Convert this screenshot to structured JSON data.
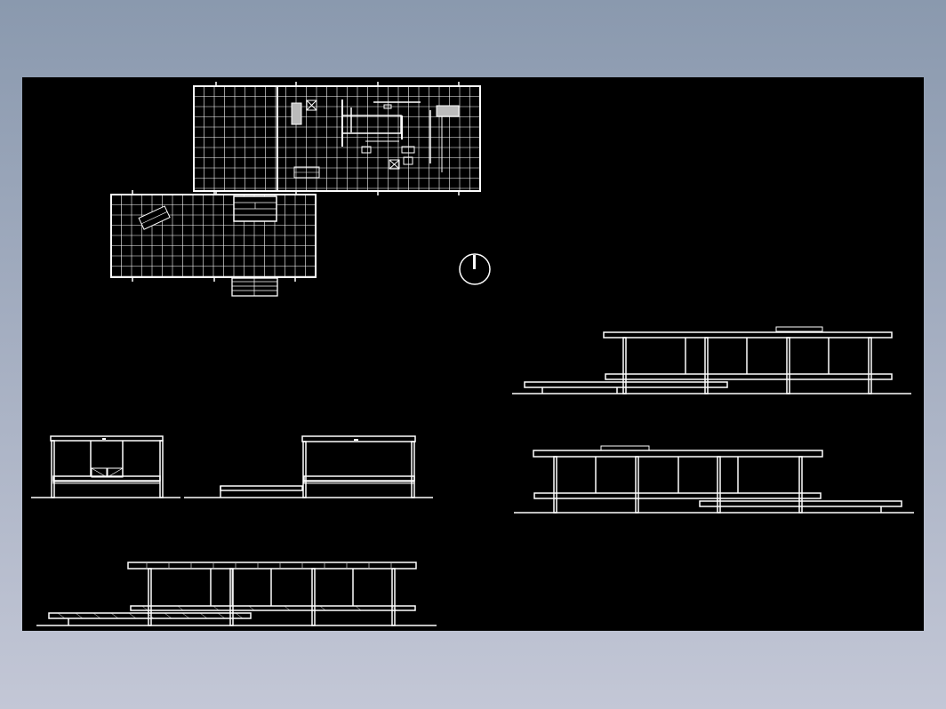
{
  "viewport": {
    "background_gradient": [
      "#8a99ae",
      "#c3c7d6"
    ],
    "canvas_color": "#000000",
    "line_color": "#ffffff"
  },
  "drawing": {
    "description_free": true,
    "views": [
      {
        "id": "upper-floor-plan",
        "kind": "plan"
      },
      {
        "id": "terrace-plan",
        "kind": "plan"
      },
      {
        "id": "north-arrow",
        "kind": "symbol"
      },
      {
        "id": "elevation-east-upper-right",
        "kind": "elevation"
      },
      {
        "id": "elevation-east-lower-right",
        "kind": "elevation"
      },
      {
        "id": "section-left",
        "kind": "section"
      },
      {
        "id": "section-right",
        "kind": "section"
      },
      {
        "id": "elevation-south-bottom",
        "kind": "elevation"
      }
    ]
  }
}
